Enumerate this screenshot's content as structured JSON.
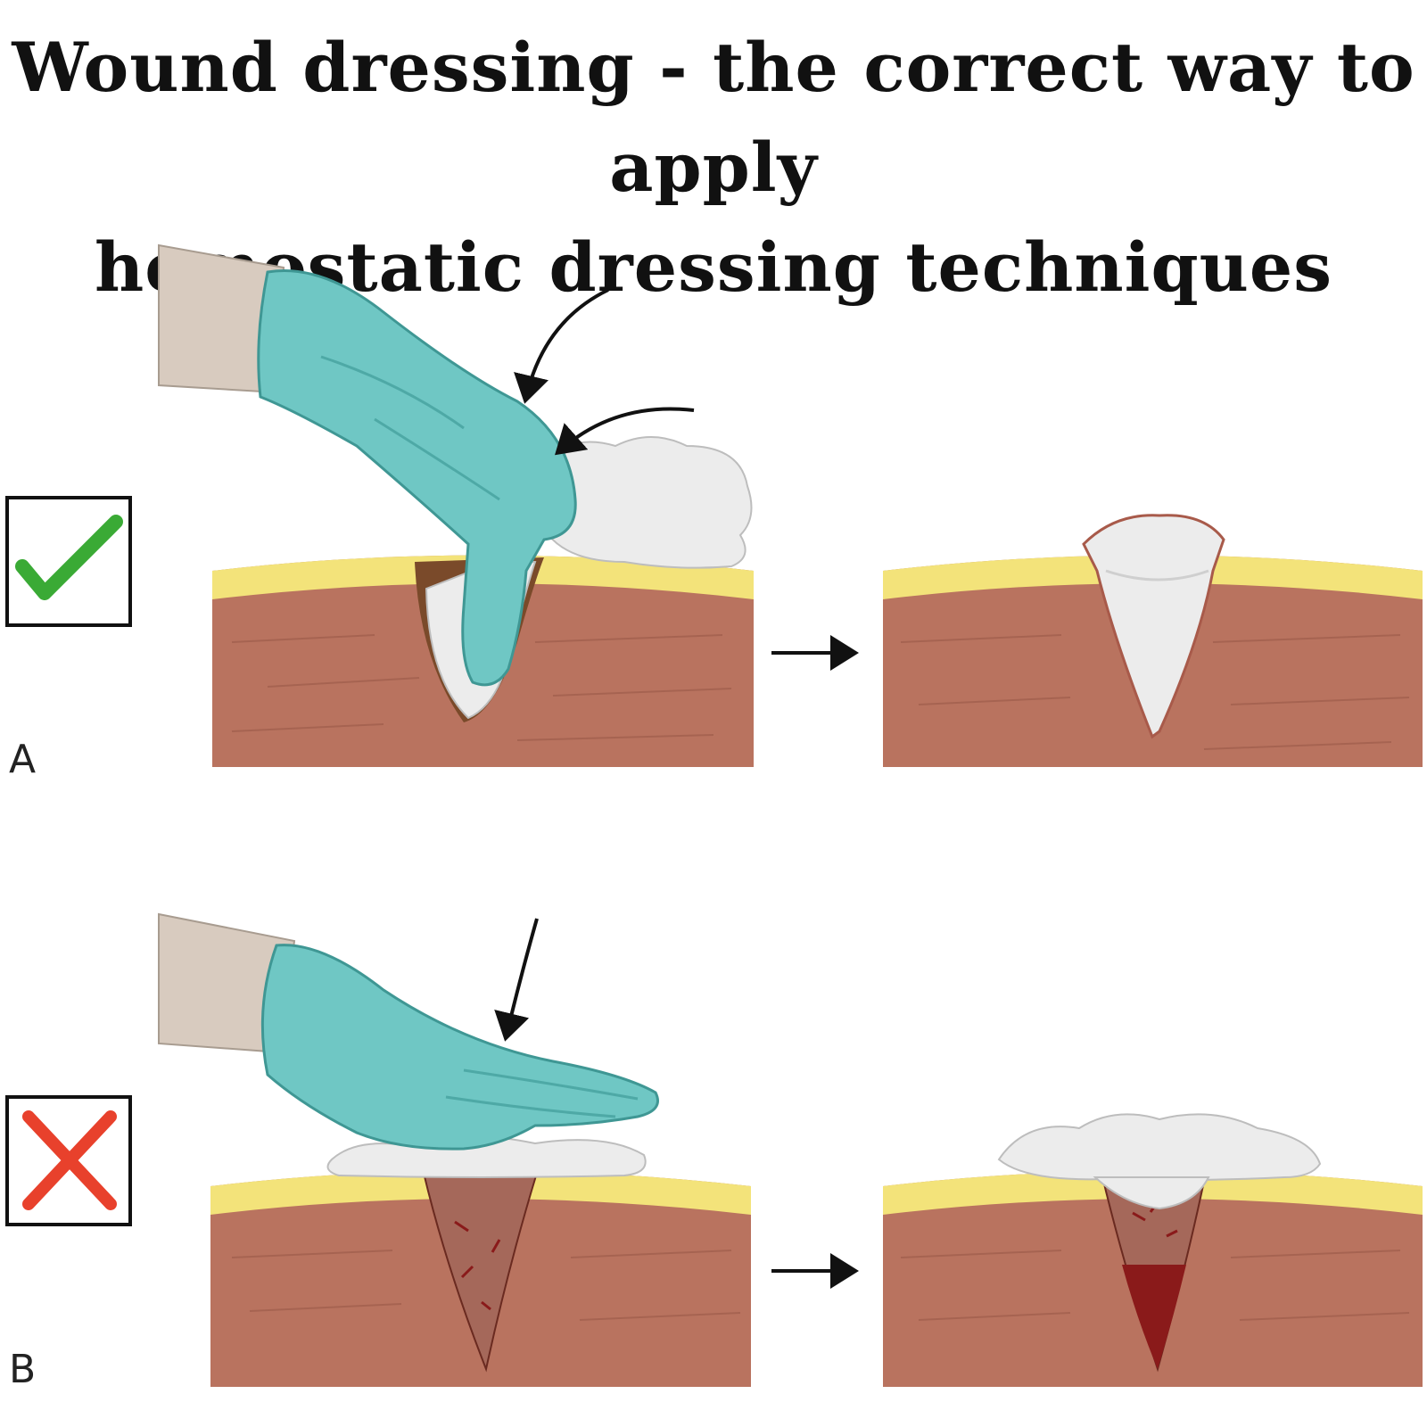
{
  "title": {
    "line1": "Wound dressing - the correct way to apply",
    "line2": "hemostatic dressing techniques"
  },
  "rows": [
    {
      "label": "A",
      "status_icon": "check-mark-icon",
      "status_color": "#3aaa35"
    },
    {
      "label": "B",
      "status_icon": "cross-mark-icon",
      "status_color": "#e8412c"
    }
  ],
  "colors": {
    "glove": "#6fc7c4",
    "skin_surface": "#f3e37a",
    "tissue": "#b9735f",
    "gauze": "#ececec",
    "blood": "#8a1a1a",
    "forearm": "#d8cbbf"
  }
}
